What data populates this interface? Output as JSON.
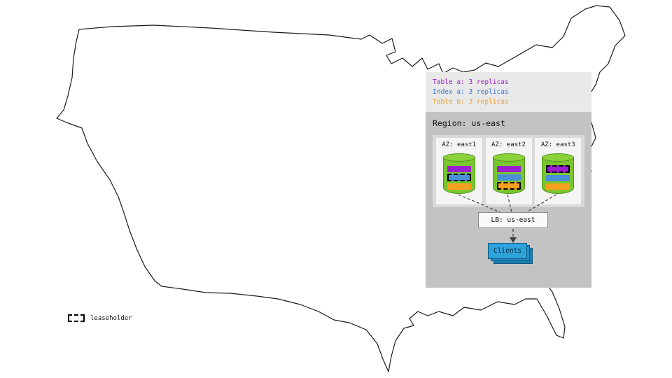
{
  "legend": {
    "items": [
      {
        "label": "Table a: 3 replicas",
        "color": "#a21ad1"
      },
      {
        "label": "Index a: 3 replicas",
        "color": "#3f74d6"
      },
      {
        "label": "Table b: 3 replicas",
        "color": "#f59f1e"
      }
    ]
  },
  "region": {
    "title": "Region: us-east",
    "azs": [
      {
        "label": "AZ: east1",
        "replicas": [
          "table_a",
          "index_a",
          "table_b"
        ],
        "leaseholder": "index_a"
      },
      {
        "label": "AZ: east2",
        "replicas": [
          "table_a",
          "index_a",
          "table_b"
        ],
        "leaseholder": "table_b"
      },
      {
        "label": "AZ: east3",
        "replicas": [
          "table_a",
          "index_a",
          "table_b"
        ],
        "leaseholder": "table_a"
      }
    ],
    "lb_label": "LB: us-east",
    "clients_label": "Clients"
  },
  "key": {
    "leaseholder_label": "leaseholder"
  },
  "colors": {
    "table_a": "#9b1fd1",
    "index_a": "#4a90d9",
    "table_b": "#f5a01e",
    "cylinder_green": "#79c62f",
    "clients_blue": "#2fa3dc",
    "legend_panel_bg": "#e9e9e9",
    "region_panel_bg": "#c3c3c3",
    "az_box_bg": "#f4f4f4"
  }
}
